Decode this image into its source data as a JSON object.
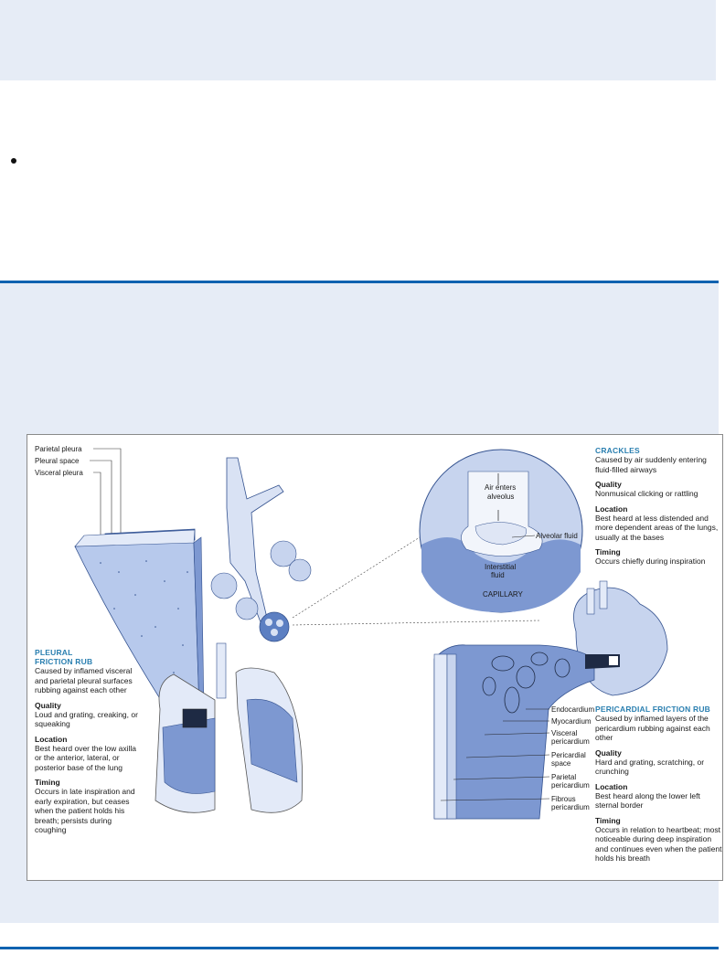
{
  "figure": {
    "pleura_labels": [
      "Parietal pleura",
      "Pleural space",
      "Visceral pleura"
    ],
    "alveolus_labels": {
      "air_enters": "Air enters alveolus",
      "alveolar_fluid": "Alveolar fluid",
      "interstitial_fluid": "Interstitial fluid",
      "capillary": "CAPILLARY"
    },
    "heart_labels": [
      "Endocardium",
      "Myocardium",
      "Visceral pericardium",
      "Pericardial space",
      "Parietal pericardium",
      "Fibrous pericardium"
    ],
    "crackles": {
      "title": "CRACKLES",
      "desc": "Caused by air suddenly entering fluid-filled airways",
      "quality_label": "Quality",
      "quality": "Nonmusical clicking or rattling",
      "location_label": "Location",
      "location": "Best heard at less distended and more dependent areas of the lungs, usually at the bases",
      "timing_label": "Timing",
      "timing": "Occurs chiefly during inspiration"
    },
    "pleural": {
      "title_line1": "PLEURAL",
      "title_line2": "FRICTION RUB",
      "desc": "Caused by inflamed visceral and parietal pleural surfaces rubbing against each other",
      "quality_label": "Quality",
      "quality": "Loud and grating, creaking, or squeaking",
      "location_label": "Location",
      "location": "Best heard over the low axilla or the anterior, lateral, or posterior base of the lung",
      "timing_label": "Timing",
      "timing": "Occurs in late inspiration and early expiration, but ceases when the patient holds his breath; persists during coughing"
    },
    "pericardial": {
      "title": "PERICARDIAL FRICTION RUB",
      "desc": "Caused by inflamed layers of the pericardium rubbing against each other",
      "quality_label": "Quality",
      "quality": "Hard and grating, scratching, or crunching",
      "location_label": "Location",
      "location": "Best heard along the lower left sternal border",
      "timing_label": "Timing",
      "timing": "Occurs in relation to heartbeat; most noticeable during deep inspiration and continues even when the patient holds his breath"
    }
  }
}
